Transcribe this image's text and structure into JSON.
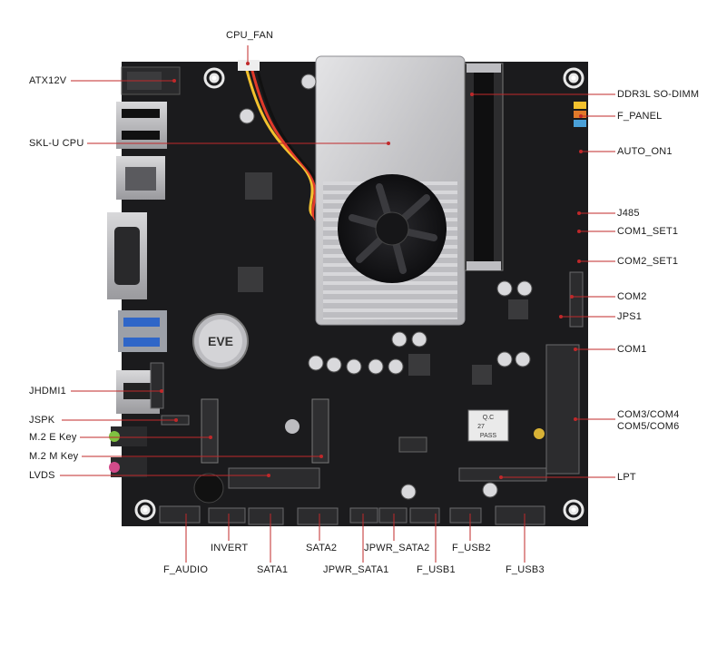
{
  "labels": {
    "cpu_fan": "CPU_FAN",
    "atx12v": "ATX12V",
    "skl_u_cpu": "SKL-U CPU",
    "jhdmi1": "JHDMI1",
    "jspk": "JSPK",
    "m2_e_key": "M.2 E Key",
    "m2_m_key": "M.2 M Key",
    "lvds": "LVDS",
    "ddr3l_so_dimm": "DDR3L SO-DIMM",
    "f_panel": "F_PANEL",
    "auto_on1": "AUTO_ON1",
    "j485": "J485",
    "com1_set1": "COM1_SET1",
    "com2_set1": "COM2_SET1",
    "com2": "COM2",
    "jps1": "JPS1",
    "com1": "COM1",
    "com3_com4": "COM3/COM4",
    "com5_com6": "COM5/COM6",
    "lpt": "LPT",
    "f_audio": "F_AUDIO",
    "invert": "INVERT",
    "sata1": "SATA1",
    "sata2": "SATA2",
    "jpwr_sata1": "JPWR_SATA1",
    "jpwr_sata2": "JPWR_SATA2",
    "f_usb1": "F_USB1",
    "f_usb2": "F_USB2",
    "f_usb3": "F_USB3"
  },
  "board_marks": {
    "battery_text": "EVE",
    "qc_text": "Q.C",
    "qc_num": "27",
    "qc_pass": "PASS"
  },
  "colors": {
    "pcb": "#1b1b1d",
    "heatsink": "#c9c9cc",
    "leader": "#c0282a",
    "accent_yellow": "#f2c12e",
    "usb_blue": "#2f66c8"
  }
}
